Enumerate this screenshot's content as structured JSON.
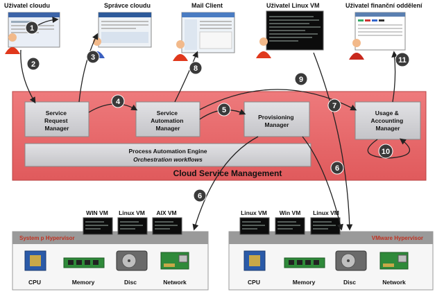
{
  "users": [
    {
      "label": "Uživatel cloudu"
    },
    {
      "label": "Správce cloudu"
    },
    {
      "label": "Mail Client"
    },
    {
      "label": "Uživatel Linux VM"
    },
    {
      "label": "Uživatel finanční oddělení"
    }
  ],
  "csm": {
    "title": "Cloud Service Management",
    "srm": "Service Request Manager",
    "sam": "Service Automation Manager",
    "pm": "Provisioning Manager",
    "uam": "Usage & Accounting Manager",
    "pae": "Process Automation Engine",
    "pae_sub": "Orchestration workflows"
  },
  "steps": [
    "1",
    "2",
    "3",
    "4",
    "5",
    "6",
    "6",
    "7",
    "8",
    "9",
    "10",
    "11"
  ],
  "left_host": {
    "hypervisor": "System p Hypervisor",
    "vms": [
      "WIN VM",
      "Linux VM",
      "AIX VM"
    ],
    "components": [
      "CPU",
      "Memory",
      "Disc",
      "Network"
    ]
  },
  "right_host": {
    "hypervisor": "VMware Hypervisor",
    "vms": [
      "Linux VM",
      "Win VM",
      "Linux VM"
    ],
    "components": [
      "CPU",
      "Memory",
      "Disc",
      "Network"
    ]
  },
  "colors": {
    "band": "#e8686a",
    "box": "#cfcfd3",
    "step": "#3a3a3a",
    "hyp_bar": "#9a9a9a"
  }
}
